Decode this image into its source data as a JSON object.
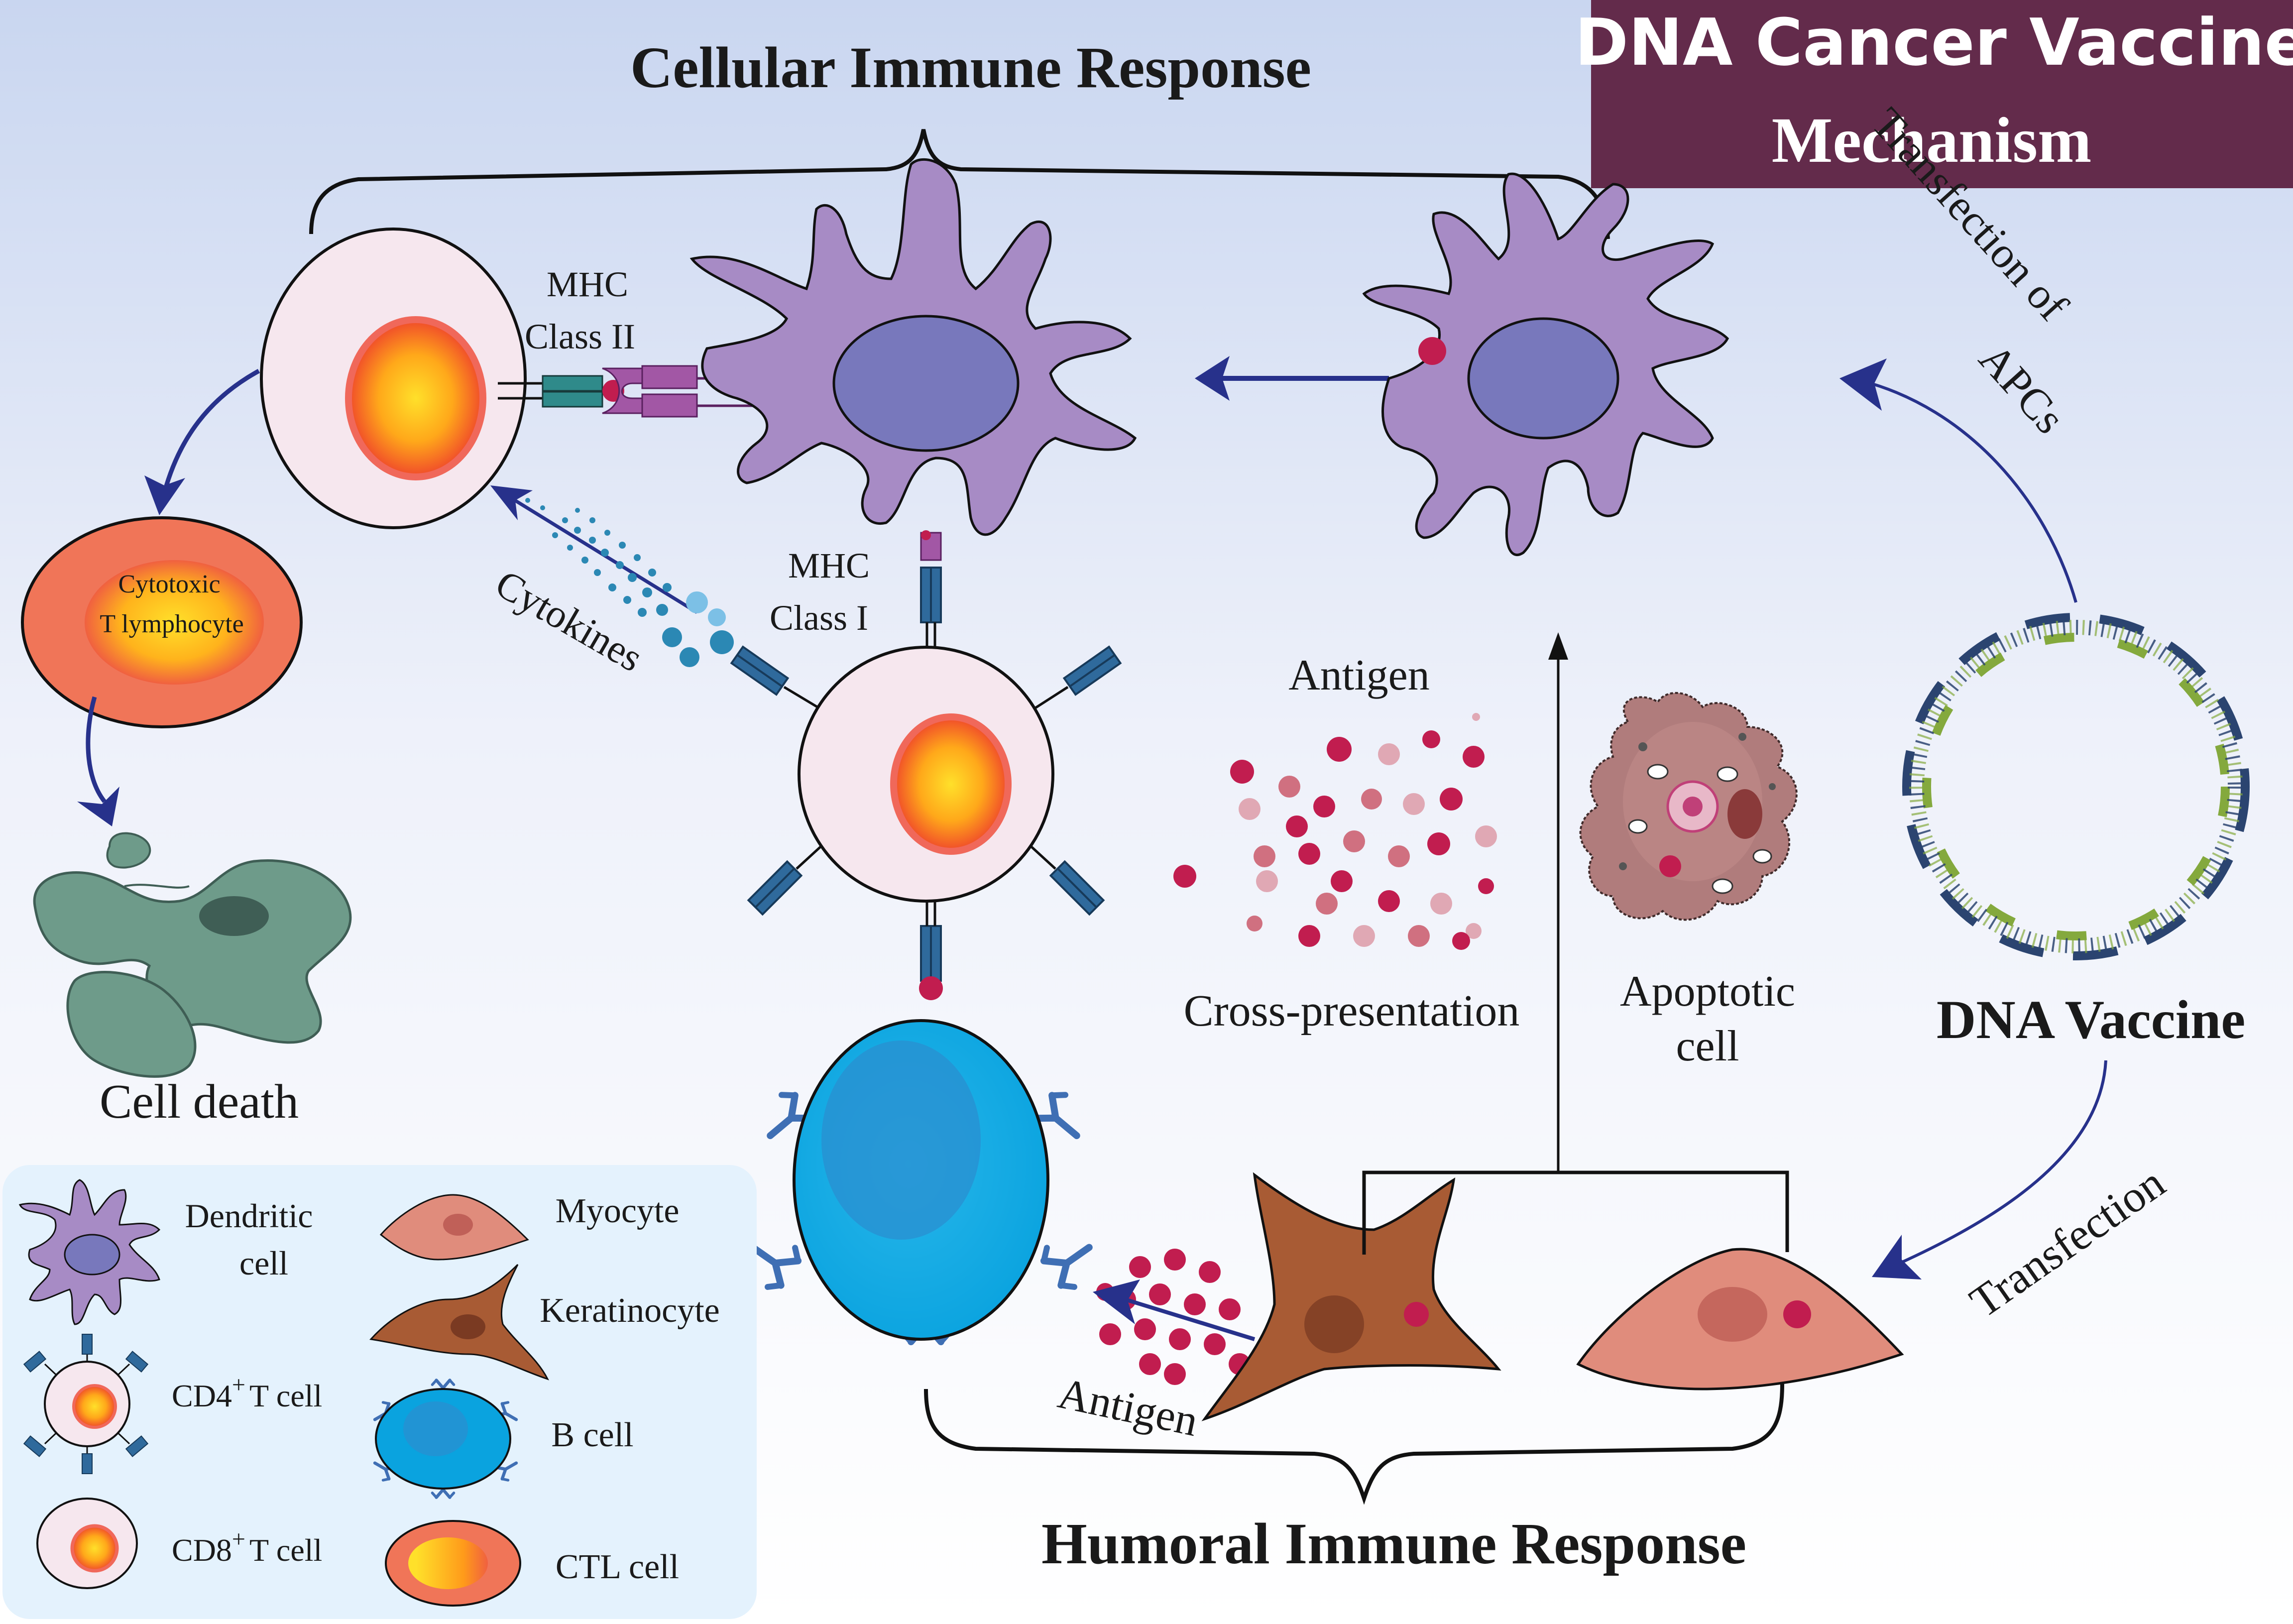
{
  "title": {
    "line1": "DNA Cancer Vaccine",
    "line2": "Mechanism"
  },
  "colors": {
    "title_bg": "#632b4b",
    "dendritic": "#a78bc5",
    "dendritic_nucleus": "#7878bc",
    "arrow": "#27318b",
    "dna_green": "#84a93d",
    "dna_blue": "#2b4470",
    "b_cell": "#1aaae2",
    "myocyte": "#e08c7c",
    "keratinocyte": "#a85b34",
    "dead_cell": "#6e9b8a",
    "antigen": "#c11d4f",
    "legend_bg": "#e4f2fd"
  },
  "labels": {
    "cellular_response": "Cellular Immune Response",
    "humoral_response": "Humoral Immune Response",
    "mhc2_line1": "MHC",
    "mhc2_line2": "Class II",
    "mhc1_line1": "MHC",
    "mhc1_line2": "Class I",
    "cytokines": "Cytokines",
    "ctl_line1": "Cytotoxic",
    "ctl_line2": "T lymphocyte",
    "cell_death": "Cell death",
    "antigen_top": "Antigen",
    "cross_presentation": "Cross-presentation",
    "apoptotic_line1": "Apoptotic",
    "apoptotic_line2": "cell",
    "dna_vaccine": "DNA Vaccine",
    "transfection_apc_line1": "Transfection of",
    "transfection_apc_line2": "APCs",
    "transfection": "Transfection",
    "antigen_bottom": "Antigen"
  },
  "legend": {
    "dendritic_line1": "Dendritic",
    "dendritic_line2": "cell",
    "cd4": "CD4",
    "cd4_sup": "+",
    "cd4_rest": "T cell",
    "cd8": "CD8",
    "cd8_sup": "+",
    "cd8_rest": "T cell",
    "myocyte": "Myocyte",
    "keratinocyte": "Keratinocyte",
    "b_cell": "B cell",
    "ctl_cell": "CTL cell"
  }
}
